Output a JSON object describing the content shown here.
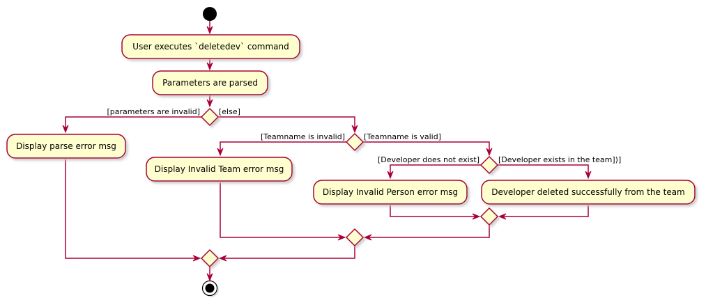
{
  "colors": {
    "node_fill": "#FEFECE",
    "node_border": "#A80036",
    "edge": "#A80036",
    "start_end": "#000000",
    "shadow": "#E0E0E0"
  },
  "activities": {
    "user_executes": "User executes `deletedev` command",
    "params_parsed": "Parameters are parsed",
    "parse_error": "Display parse error msg",
    "invalid_team": "Display Invalid Team error msg",
    "invalid_person": "Display Invalid Person error msg",
    "dev_deleted": "Developer deleted successfully from the team"
  },
  "guards": {
    "params_invalid": "[parameters are invalid]",
    "else": "[else]",
    "team_invalid": "[Teamname is invalid]",
    "team_valid": "[Teamname is valid]",
    "dev_not_exist": "[Developer does not exist]",
    "dev_exists": "[Developer exists in the team])]"
  }
}
